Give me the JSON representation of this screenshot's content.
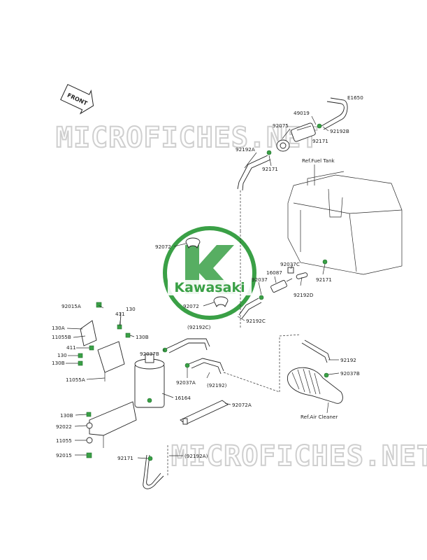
{
  "diagram_code": "E1650",
  "front_label": "FRONT",
  "brand": {
    "name": "Kawasaki",
    "logo_color": "#3aa046"
  },
  "watermark": {
    "text": "MICROFICHES.NET",
    "color": "#cfcfcf"
  },
  "references": {
    "fuel_tank": "Ref.Fuel Tank",
    "air_cleaner": "Ref.Air Cleaner"
  },
  "parts": {
    "p49019": "49019",
    "p92075": "92075",
    "p92192B": "92192B",
    "p92171_top": "92171",
    "p92192A": "92192A",
    "p92171_mid": "92171",
    "p92072_top": "92072",
    "p92072_mid": "92072",
    "p16087": "16087",
    "p92037C": "92037C",
    "p92037": "92037",
    "p92192D": "92192D",
    "p92171_right": "92171",
    "p92192C": "92192C",
    "p92192C_paren": "(92192C)",
    "p92015A": "92015A",
    "p130_a": "130",
    "p411_a": "411",
    "p130A": "130A",
    "p11055B": "11055B",
    "p130B_a": "130B",
    "p411_b": "411",
    "p130_b": "130",
    "p130B_b": "130B",
    "p11055A": "11055A",
    "p92037B_left": "92037B",
    "p92037A": "92037A",
    "p92192_paren": "(92192)",
    "p16164": "16164",
    "p92192": "92192",
    "p92037B_right": "92037B",
    "p92072A": "92072A",
    "p130B_c": "130B",
    "p92022": "92022",
    "p11055": "11055",
    "p92015": "92015",
    "p92171_bottom": "92171",
    "p92192A_paren": "(92192A)"
  }
}
